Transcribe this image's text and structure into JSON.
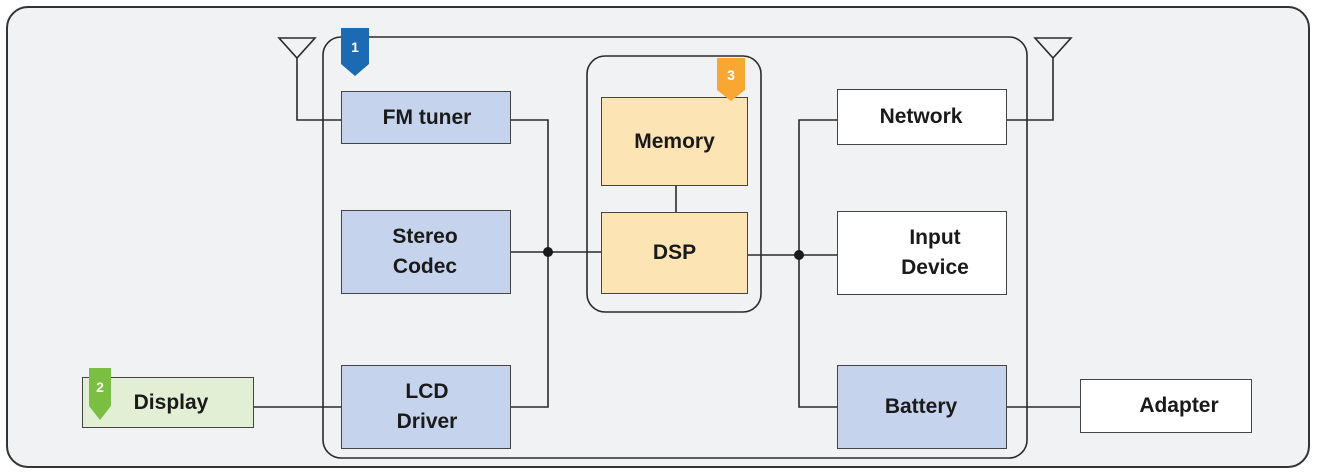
{
  "diagram": {
    "blocks": {
      "fm_tuner": [
        "FM tuner"
      ],
      "stereo_codec": [
        "Stereo",
        "Codec"
      ],
      "lcd_driver": [
        "LCD",
        "Driver"
      ],
      "memory": [
        "Memory"
      ],
      "dsp": [
        "DSP"
      ],
      "network": [
        "Network"
      ],
      "input_device": [
        "Input",
        "Device"
      ],
      "battery": [
        "Battery"
      ],
      "display": [
        "Display"
      ],
      "adapter": [
        "Adapter"
      ]
    },
    "markers": [
      "1",
      "2",
      "3"
    ],
    "colors": {
      "blue_block": "#c6d3ec",
      "orange_block": "#fce4b5",
      "green_block": "#e2efd5",
      "white_block": "#ffffff",
      "marker_1": "#1b6ab2",
      "marker_2": "#7bbf42",
      "marker_3": "#f8a832",
      "frame_background": "#f1f2f3"
    }
  }
}
